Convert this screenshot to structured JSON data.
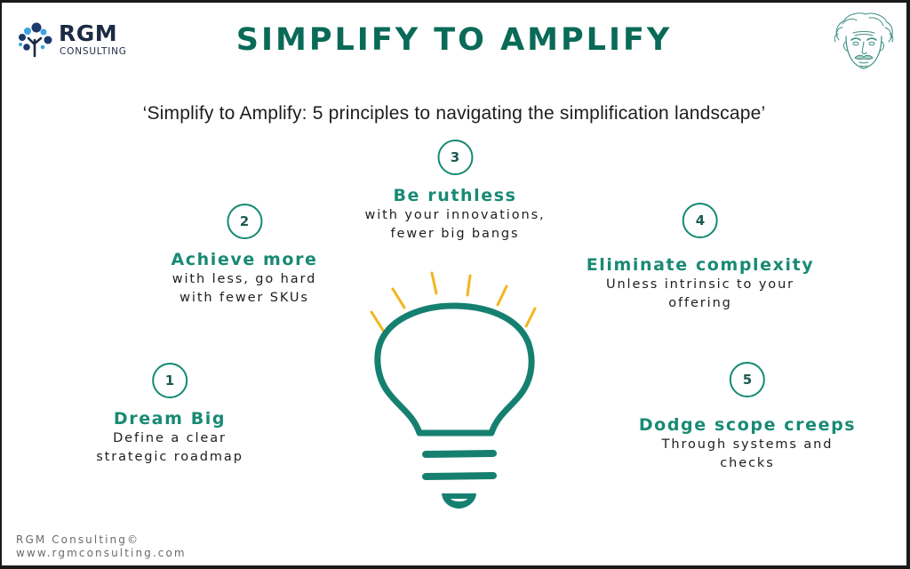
{
  "logo": {
    "main": "RGM",
    "sub": "CONSULTING",
    "icon": "tree-icon",
    "colors": {
      "dark": "#1b3a6b",
      "light": "#3aa3e3",
      "trunk": "#1b2b44"
    }
  },
  "header": {
    "title": "SIMPLIFY TO AMPLIFY",
    "portrait_icon": "einstein-sketch-icon"
  },
  "subtitle": "‘Simplify to Amplify: 5 principles to navigating the simplification landscape’",
  "principles": [
    {
      "number": "1",
      "heading": "Dream Big",
      "desc_line1": "Define a clear",
      "desc_line2": "strategic roadmap"
    },
    {
      "number": "2",
      "heading": "Achieve more",
      "desc_line1": "with less, go hard",
      "desc_line2": "with fewer SKUs"
    },
    {
      "number": "3",
      "heading": "Be ruthless",
      "desc_line1": "with your innovations,",
      "desc_line2": "fewer big bangs"
    },
    {
      "number": "4",
      "heading": "Eliminate complexity",
      "desc_line1": "Unless intrinsic to your",
      "desc_line2": "offering"
    },
    {
      "number": "5",
      "heading": "Dodge scope creeps",
      "desc_line1": "Through systems and",
      "desc_line2": "checks"
    }
  ],
  "center_graphic": {
    "icon": "lightbulb-icon",
    "bulb_color": "#168070",
    "ray_color": "#f2b51c"
  },
  "footer": {
    "line1": "RGM Consulting©",
    "line2": "www.rgmconsulting.com"
  },
  "colors": {
    "title": "#0a6a58",
    "accent": "#188a74",
    "text": "#1e1e1e",
    "footer": "#6b6b6b"
  }
}
